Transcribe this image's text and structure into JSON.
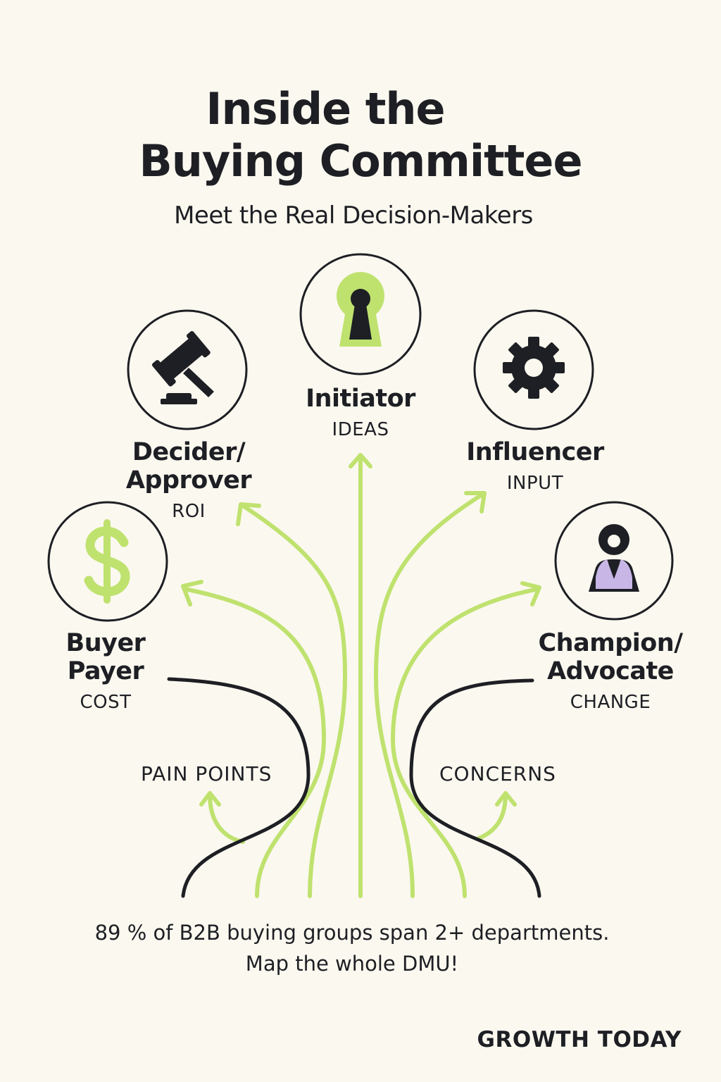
{
  "header": {
    "title_line1": "Inside the",
    "title_line2": "Buying Committee",
    "subtitle": "Meet the Real Decision-Makers"
  },
  "roles": {
    "initiator": {
      "name": "Initiator",
      "tag": "IDEAS",
      "icon": "keyhole-icon"
    },
    "decider": {
      "name_line1": "Decider/",
      "name_line2": "Approver",
      "tag": "ROI",
      "icon": "gavel-icon"
    },
    "influencer": {
      "name": "Influencer",
      "tag": "INPUT",
      "icon": "gear-icon"
    },
    "buyer": {
      "name_line1": "Buyer",
      "name_line2": "Payer",
      "tag": "COST",
      "icon": "dollar-icon"
    },
    "champion": {
      "name_line1": "Champion/",
      "name_line2": "Advocate",
      "tag": "CHANGE",
      "icon": "person-icon"
    }
  },
  "side_labels": {
    "left": "PAIN POINTS",
    "right": "CONCERNS"
  },
  "footer": {
    "line1": "89 % of B2B buying groups span 2+ departments.",
    "line2": "Map the whole DMU!"
  },
  "brand": "GROWTH TODAY",
  "colors": {
    "accent": "#bfe26f",
    "ink": "#1d1f24",
    "background": "#fbf8ef",
    "lavender": "#c8b7e6"
  }
}
